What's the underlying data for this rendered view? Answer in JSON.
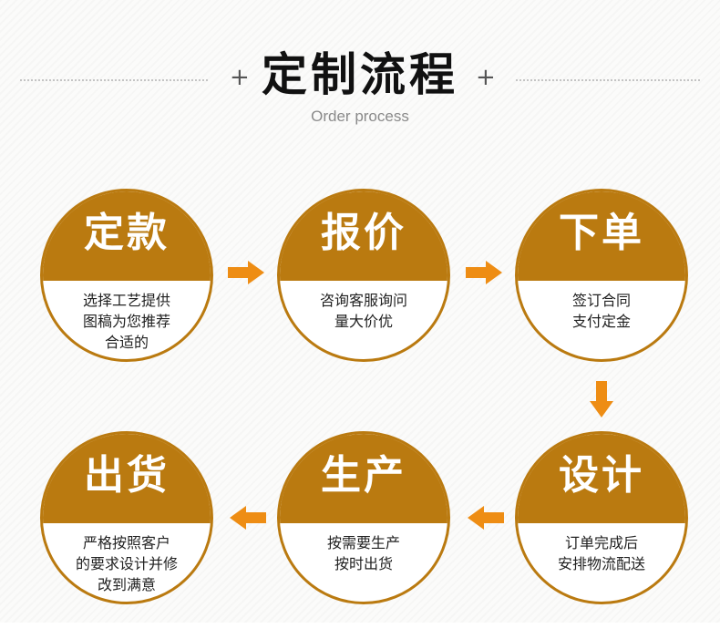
{
  "header": {
    "title": "定制流程",
    "subtitle": "Order process",
    "decor_left": "+",
    "decor_right": "+"
  },
  "colors": {
    "accent": "#ba7a10",
    "arrow": "#ee8d14"
  },
  "steps": [
    {
      "title": "定款",
      "lines": [
        "选择工艺提供",
        "图稿为您推荐",
        "合适的"
      ]
    },
    {
      "title": "报价",
      "lines": [
        "咨询客服询问",
        "量大价优"
      ]
    },
    {
      "title": "下单",
      "lines": [
        "签订合同",
        "支付定金"
      ]
    },
    {
      "title": "设计",
      "lines": [
        "订单完成后",
        "安排物流配送"
      ]
    },
    {
      "title": "生产",
      "lines": [
        "按需要生产",
        "按时出货"
      ]
    },
    {
      "title": "出货",
      "lines": [
        "严格按照客户",
        "的要求设计并修",
        "改到满意"
      ]
    }
  ]
}
